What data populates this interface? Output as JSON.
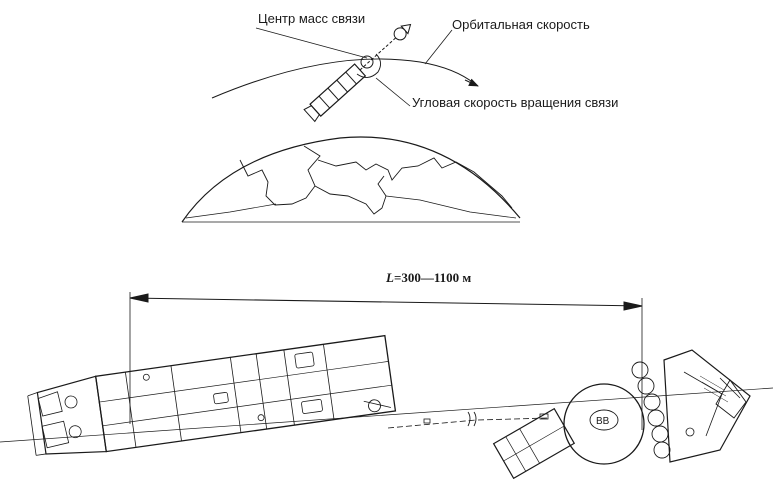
{
  "labels": {
    "center_of_mass": "Центр масс связи",
    "orbital_velocity": "Орбитальная скорость",
    "angular_velocity": "Угловая скорость вращения связи",
    "distance_symbol": "L",
    "distance_value": "=300—1100 м"
  },
  "colors": {
    "ink": "#1a1a1a",
    "background": "#ffffff"
  }
}
